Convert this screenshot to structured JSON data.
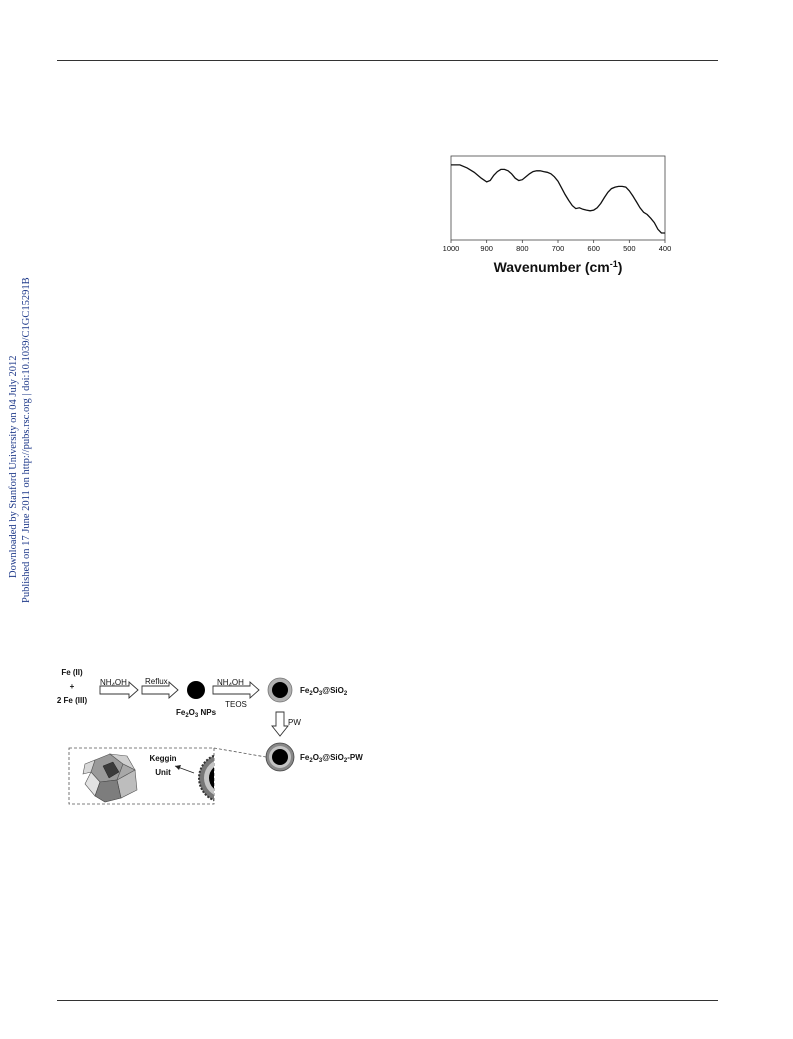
{
  "side_note": {
    "line1": "Downloaded by Stanford University on 04 July 2012",
    "line2": "Published on 17 June 2011 on http://pubs.rsc.org | doi:10.1039/C1GC15291B"
  },
  "chart_data": {
    "type": "line",
    "xlabel": "Wavenumber (cm",
    "xlabel_sup": "-1",
    "xlabel_close": ")",
    "xlim": [
      1000,
      400
    ],
    "xticks": [
      "1000",
      "900",
      "800",
      "700",
      "600",
      "500",
      "400"
    ],
    "ylim": [
      0,
      1
    ],
    "grid": false,
    "series": [
      {
        "x": [
          1000,
          975,
          955,
          935,
          915,
          900,
          890,
          880,
          870,
          860,
          850,
          840,
          830,
          820,
          810,
          800,
          790,
          780,
          770,
          760,
          750,
          740,
          730,
          720,
          710,
          700,
          690,
          680,
          670,
          660,
          650,
          640,
          630,
          620,
          610,
          600,
          590,
          580,
          570,
          560,
          550,
          540,
          530,
          520,
          510,
          500,
          490,
          480,
          470,
          460,
          450,
          440,
          430,
          420,
          410,
          400
        ],
        "y": [
          0.92,
          0.92,
          0.88,
          0.82,
          0.74,
          0.69,
          0.71,
          0.78,
          0.83,
          0.86,
          0.86,
          0.84,
          0.8,
          0.74,
          0.71,
          0.72,
          0.76,
          0.8,
          0.83,
          0.84,
          0.84,
          0.83,
          0.82,
          0.8,
          0.76,
          0.7,
          0.61,
          0.52,
          0.44,
          0.37,
          0.33,
          0.34,
          0.32,
          0.31,
          0.3,
          0.31,
          0.34,
          0.4,
          0.48,
          0.55,
          0.6,
          0.62,
          0.63,
          0.63,
          0.62,
          0.57,
          0.5,
          0.42,
          0.34,
          0.28,
          0.25,
          0.2,
          0.14,
          0.05,
          0.0,
          0.0
        ]
      }
    ]
  },
  "scheme": {
    "fe2": "Fe (II)",
    "plus": "+",
    "fe3": "2 Fe (III)",
    "reagent1_main": "NH",
    "reagent1_sub": "4",
    "reagent1_end": "OH",
    "reagent2": "Reflux",
    "np_main": "Fe",
    "np_sub1": "2",
    "np_mid": "O",
    "np_sub2": "3",
    "np_end": " NPs",
    "reagent3_main": "NH",
    "reagent3_sub": "4",
    "reagent3_end": "OH",
    "reagent3_line2": "TEOS",
    "product1_main": "Fe",
    "product1_sub1": "2",
    "product1_mid": "O",
    "product1_sub2": "3",
    "product1_at": "@SiO",
    "product1_sub3": "2",
    "reagent4": "PW",
    "product2_main": "Fe",
    "product2_sub1": "2",
    "product2_mid": "O",
    "product2_sub2": "3",
    "product2_at": "@SiO",
    "product2_sub3": "2",
    "product2_end": "-PW",
    "keggin_line1": "Keggin",
    "keggin_line2": "Unit"
  },
  "colors": {
    "side_note": "#1f3a8a",
    "core": "#000000",
    "shell": "#b0b0b0"
  }
}
